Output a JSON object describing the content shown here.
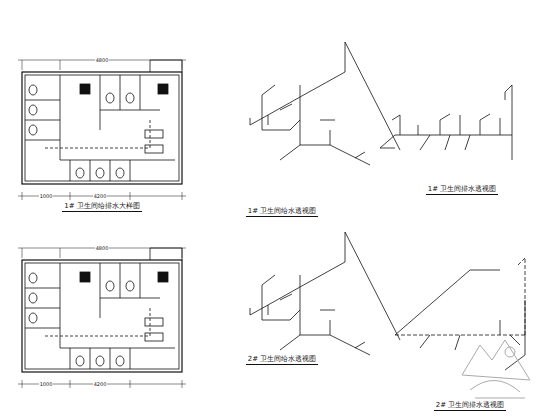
{
  "diagram": {
    "labels": [
      "1# 卫生间给排水大样图",
      "1# 卫生间给水透视图",
      "1# 卫生间排水透视图",
      "2# 卫生间给水透视图",
      "2# 卫生间排水透视图",
      "4800",
      "4800",
      "4200",
      "4200",
      "1000",
      "1000"
    ]
  }
}
